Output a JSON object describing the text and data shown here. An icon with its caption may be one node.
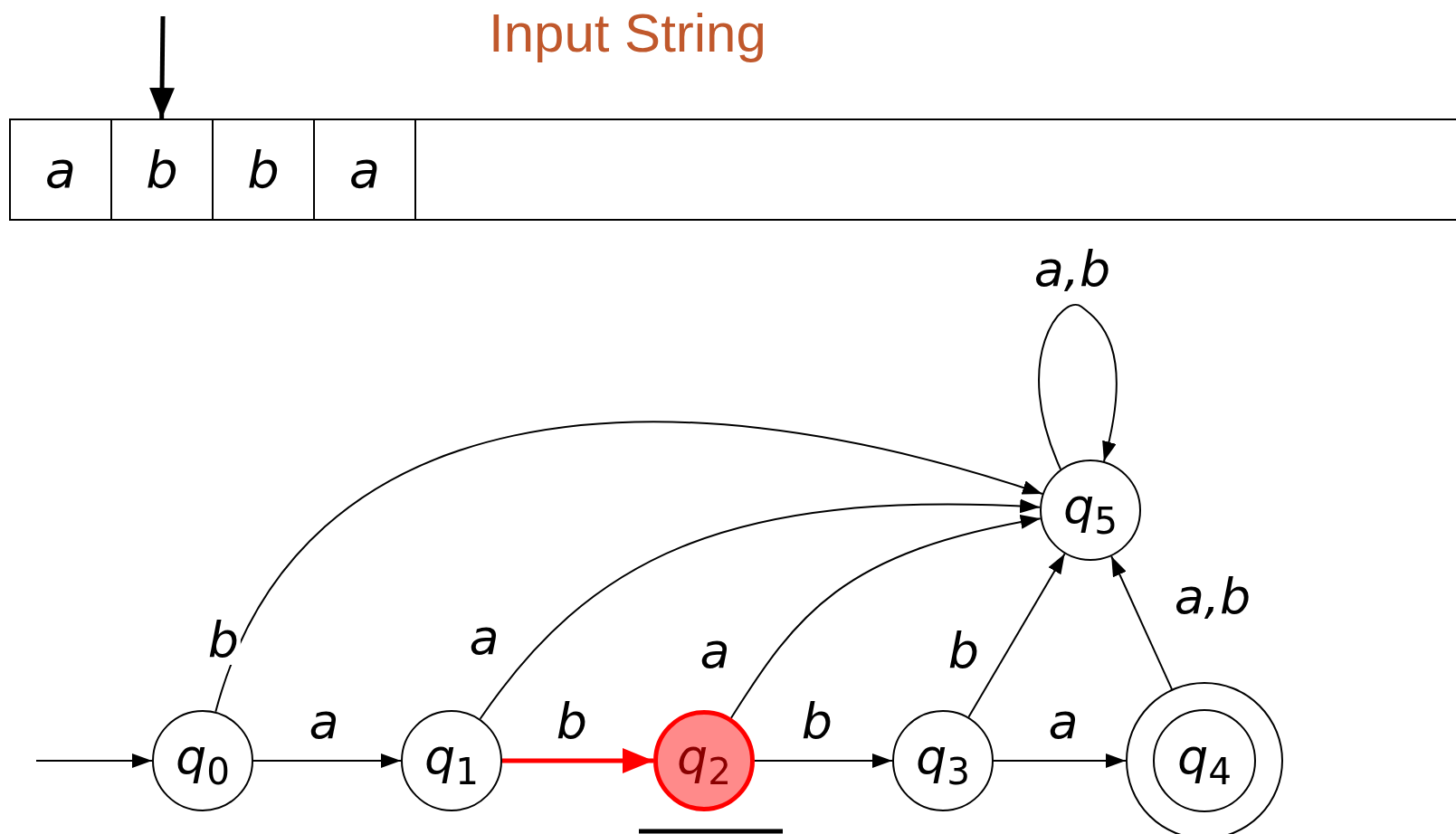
{
  "diagram": {
    "title": "Input String",
    "nodes": [
      {
        "text": [],
        "shape": "box"
      },
      {
        "text": [
          "a"
        ],
        "in": 0
      },
      {
        "text": [
          "b"
        ],
        "in": 0
      },
      {
        "text": [
          "b"
        ],
        "in": 0
      },
      {
        "text": [
          "a"
        ],
        "in": 0
      },
      {
        "text": [
          "q$_{0}$"
        ]
      },
      {
        "text": [
          "q$_{1}$"
        ]
      },
      {
        "text": [
          "q$_{2}$"
        ]
      },
      {
        "text": [
          "q$_{3}$"
        ]
      },
      {
        "text": [],
        "shape": "circle"
      },
      {
        "text": [
          "q$_{4}$"
        ],
        "in": 9
      },
      {
        "text": [
          "q$_{5}$"
        ]
      }
    ],
    "edges": [
      {
        "from": null,
        "to": 5,
        "arrow": "to"
      },
      {
        "from": 5,
        "to": 6,
        "arrow": "to",
        "label": "a"
      },
      {
        "from": 6,
        "to": 7,
        "arrow": "to",
        "label": "b",
        "style": "thick",
        "color": "#ff0000"
      },
      {
        "from": 7,
        "to": 8,
        "arrow": "to",
        "label": "b"
      },
      {
        "from": 8,
        "to": 9,
        "arrow": "to",
        "label": "a"
      },
      {
        "from": 5,
        "to": 11,
        "arrow": "to",
        "label": "b"
      },
      {
        "from": 6,
        "to": 11,
        "arrow": "to",
        "label": "a"
      },
      {
        "from": 7,
        "to": 11,
        "arrow": "to",
        "label": "a"
      },
      {
        "from": 8,
        "to": 11,
        "arrow": "to",
        "label": "b"
      },
      {
        "from": 9,
        "to": 11,
        "arrow": "to",
        "label": "a,b"
      },
      {
        "from": 11,
        "to": 11,
        "arrow": "to",
        "label": "a,b"
      },
      {
        "from": null,
        "to": 2,
        "arrow": "to",
        "style": "thick"
      }
    ]
  }
}
